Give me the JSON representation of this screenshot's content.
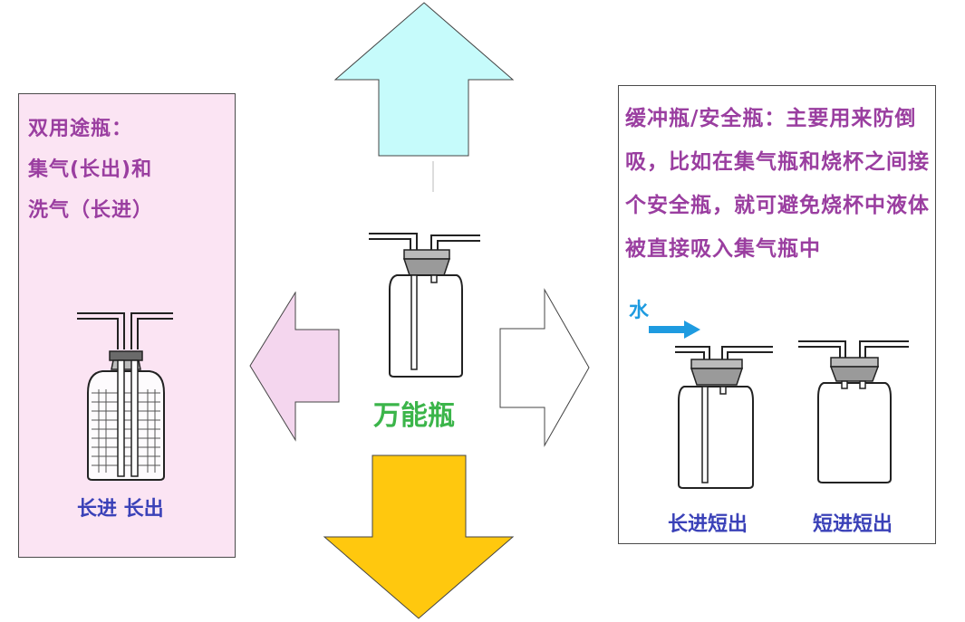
{
  "center": {
    "title": "万能瓶"
  },
  "left_panel": {
    "lines": [
      "双用途瓶：",
      "集气(长出)和",
      "洗气（长进）"
    ],
    "caption": "长进 长出"
  },
  "right_panel": {
    "text": "缓冲瓶/安全瓶：主要用来防倒吸，比如在集气瓶和烧杯之间接个安全瓶，就可避免烧杯中液体被直接吸入集气瓶中",
    "water_label": "水",
    "captions": [
      "长进短出",
      "短进短出"
    ]
  },
  "colors": {
    "arrow_up": "#c6fbfb",
    "arrow_left": "#f4d6ee",
    "arrow_right": "#ffffff",
    "arrow_down": "#ffc80e",
    "water_arrow": "#1e9be0",
    "purple_text": "#9a3ea0",
    "blue_text": "#3a41b8",
    "green_text": "#3bb54a"
  },
  "icons": {
    "up": "arrow-up-icon",
    "left": "arrow-left-icon",
    "right": "arrow-right-icon",
    "down": "arrow-down-icon",
    "flask": "gas-washing-bottle-icon",
    "water": "water-flow-arrow-icon"
  }
}
